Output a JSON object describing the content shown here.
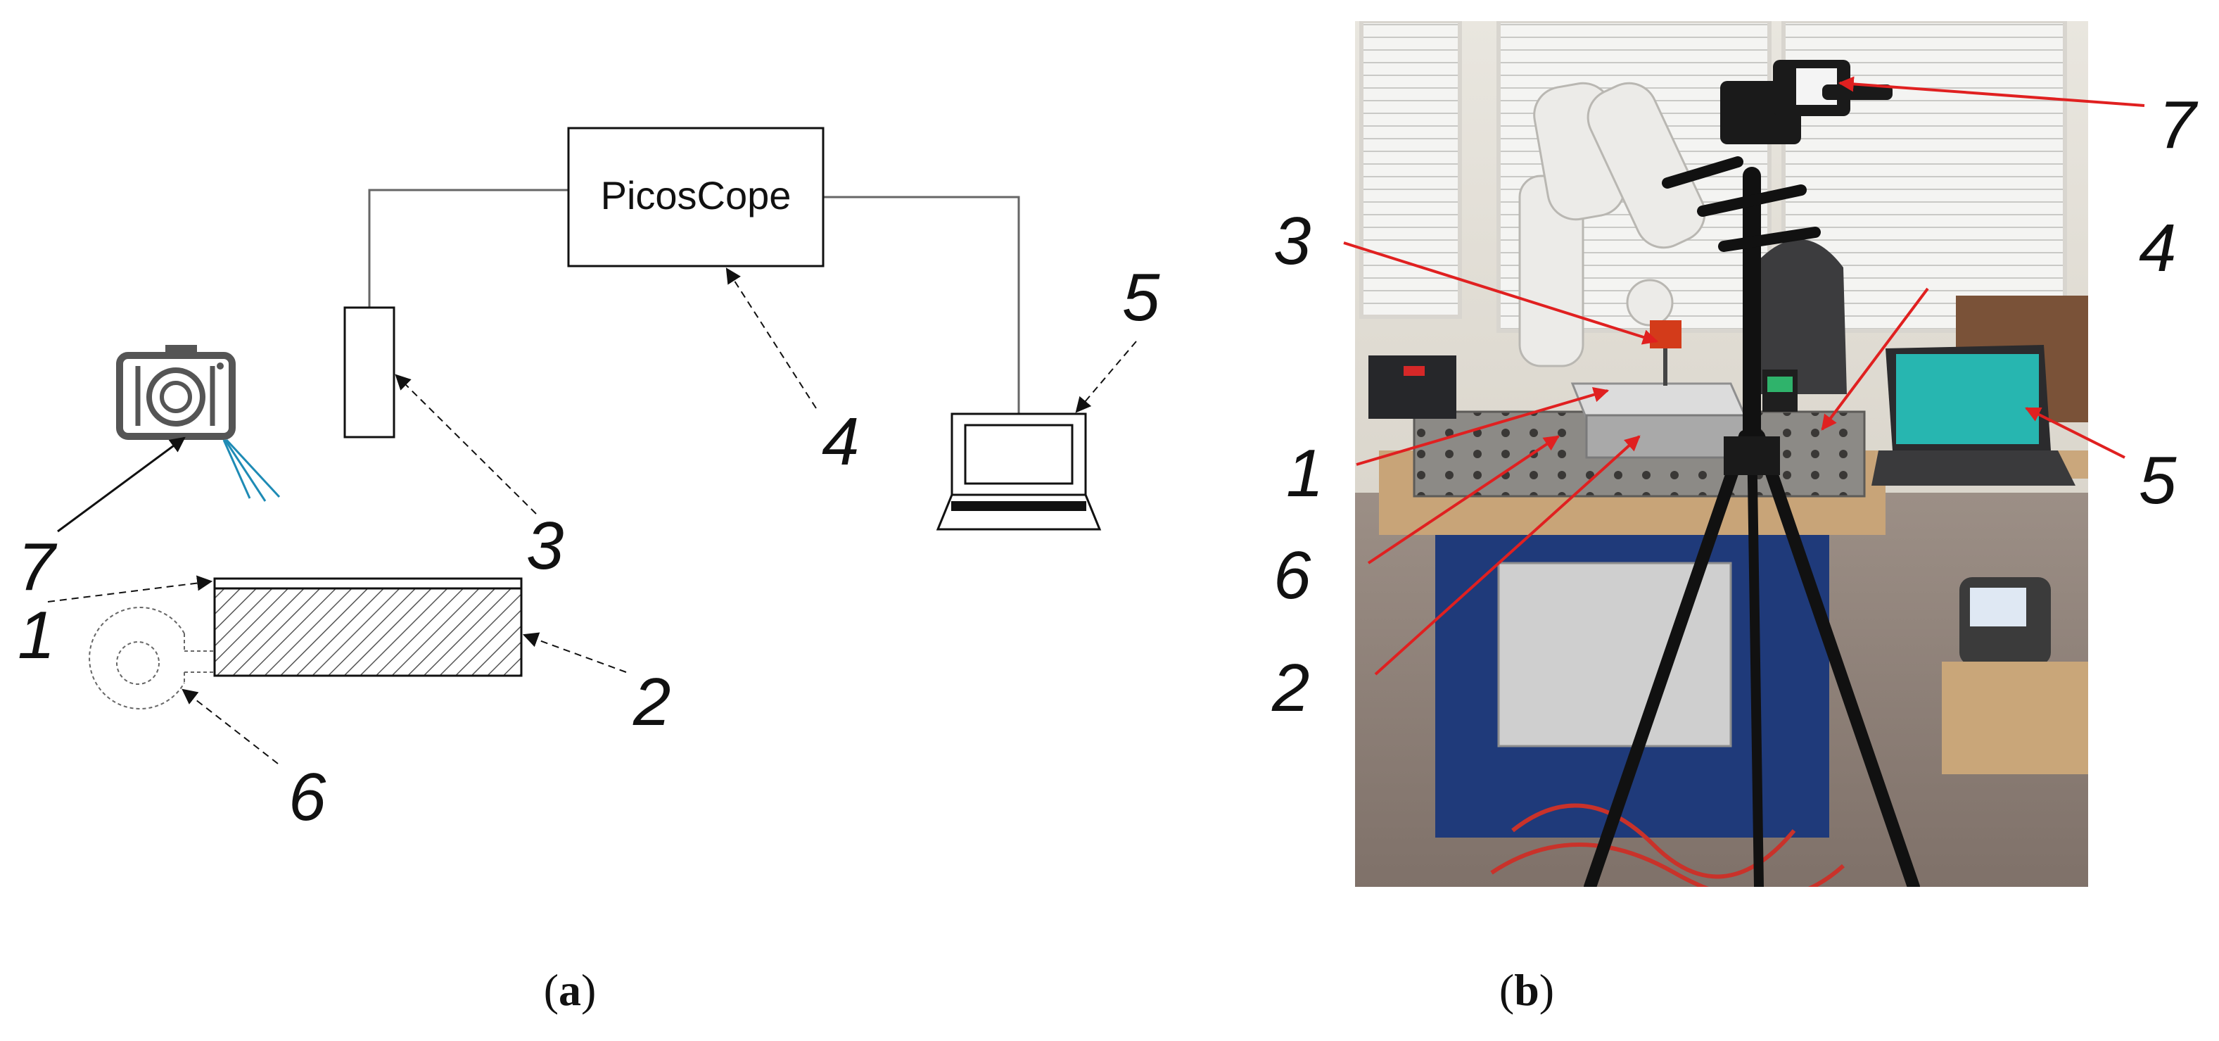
{
  "panel_a": {
    "device_box_label": "PicosCope",
    "callouts": [
      "1",
      "2",
      "3",
      "4",
      "5",
      "6",
      "7"
    ],
    "caption": {
      "open": "(",
      "letter": "a",
      "close": ")"
    }
  },
  "panel_b": {
    "callouts": [
      "1",
      "2",
      "3",
      "4",
      "5",
      "6",
      "7"
    ],
    "caption": {
      "open": "(",
      "letter": "b",
      "close": ")"
    }
  },
  "colors": {
    "ink": "#111111",
    "wire": "#666666",
    "hatch": "#555555",
    "camera": "#555555",
    "camera_rays": "#1e8bb5",
    "photo_callout": "#e02020"
  }
}
